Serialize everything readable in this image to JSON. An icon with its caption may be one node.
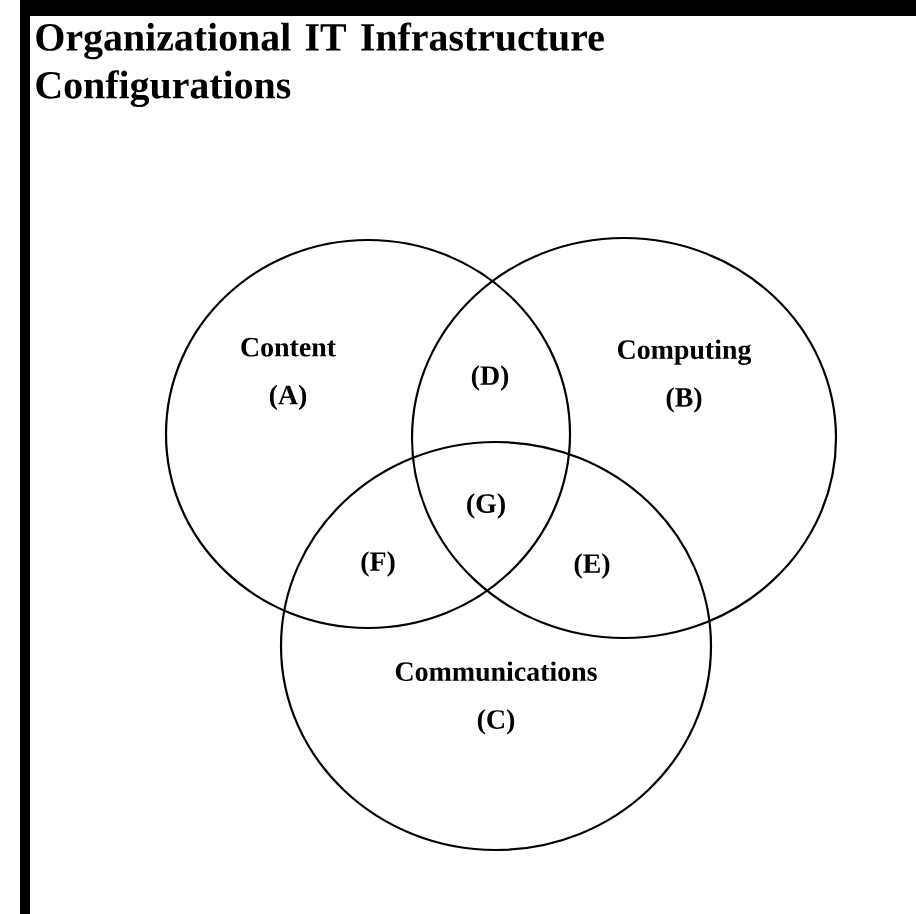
{
  "diagram": {
    "title": "Organizational IT Infrastructure Configurations",
    "nodes": [
      {
        "text": [
          "Content (A)"
        ]
      },
      {
        "text": [
          "Computing (B)"
        ]
      },
      {
        "text": [
          "Communications (C)"
        ]
      }
    ],
    "labels": [
      "(D)",
      "(G)",
      "(F)",
      "(E)"
    ]
  }
}
